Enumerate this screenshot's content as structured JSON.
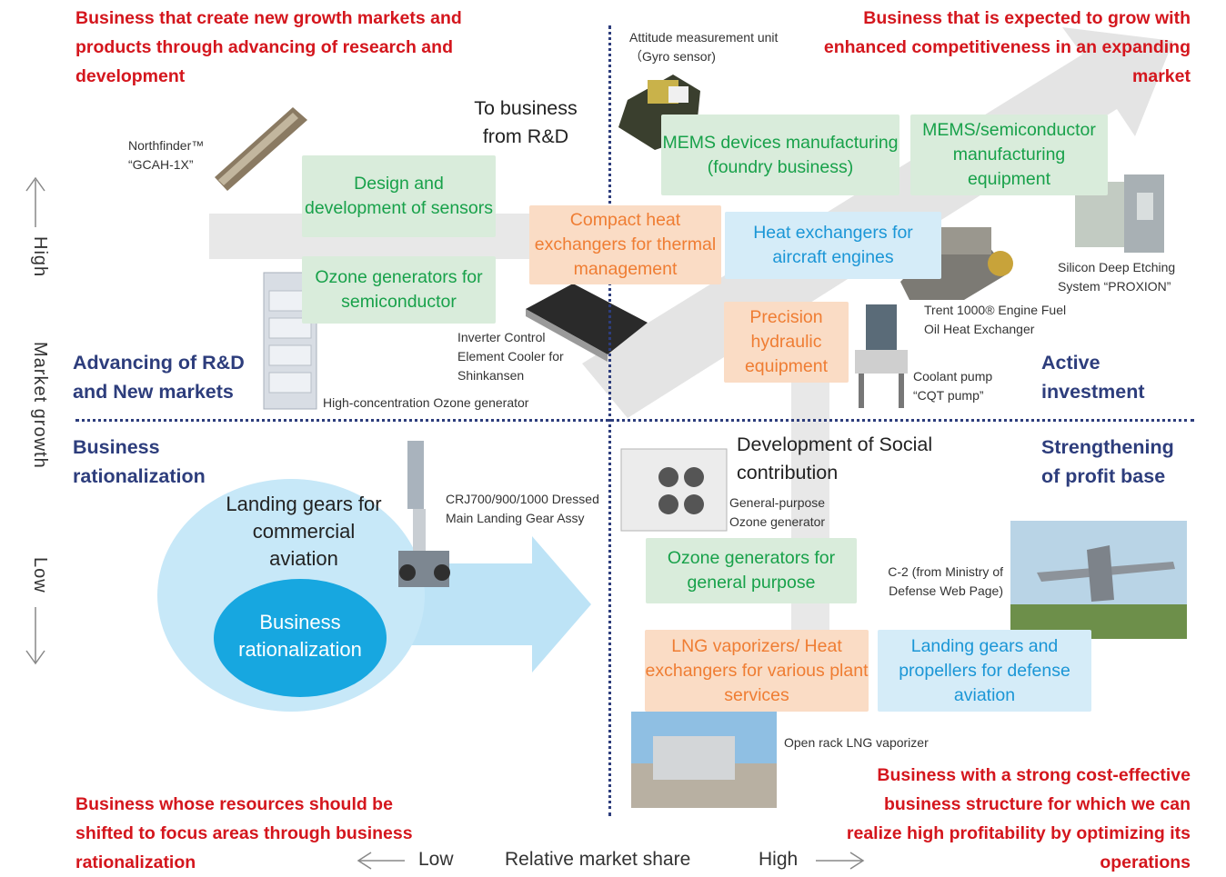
{
  "quadrant_titles": {
    "top_left": "Business that create new growth markets and products through advancing of research and development",
    "top_right": "Business that is expected to grow with enhanced competitiveness in an expanding market",
    "bottom_left": "Business whose resources should be shifted to focus areas through business rationalization",
    "bottom_right": "Business with a strong cost-effective business structure for which we can realize high profitability by optimizing its operations"
  },
  "quadrant_labels": {
    "top_left": "Advancing of R&D and New markets",
    "top_right": "Active investment",
    "bottom_left": "Business rationalization",
    "bottom_right": "Strengthening of profit base"
  },
  "axes": {
    "y_high": "High",
    "y_title": "Market growth",
    "y_low": "Low",
    "x_low": "Low",
    "x_title": "Relative market share",
    "x_high": "High"
  },
  "arrow_labels": {
    "rd": "To business from R&D",
    "social": "Development of Social contribution"
  },
  "business_boxes": {
    "design_sensors": "Design and development of sensors",
    "ozone_semi": "Ozone generators for semiconductor",
    "compact_heat": "Compact heat exchangers for thermal management",
    "mems_devices": "MEMS devices manufacturing (foundry business)",
    "mems_equipment": "MEMS/semiconductor manufacturing equipment",
    "heat_aircraft": "Heat exchangers for aircraft engines",
    "precision_hydraulic": "Precision hydraulic equipment",
    "ozone_general": "Ozone generators for general purpose",
    "lng": "LNG vaporizers/ Heat exchangers for various plant services",
    "landing_defense": "Landing gears and propellers for defense aviation",
    "landing_commercial": "Landing gears for commercial aviation",
    "rationalization_core": "Business rationalization"
  },
  "captions": {
    "northfinder": "Northfinder™ “GCAH-1X”",
    "gyro": "Attitude measurement unit （Gyro sensor)",
    "inverter": "Inverter Control Element Cooler for Shinkansen",
    "ozone_hc": "High-concentration Ozone generator",
    "proxion": "Silicon Deep Etching System “PROXION”",
    "trent": "Trent 1000® Engine Fuel Oil Heat Exchanger",
    "cqt": "Coolant pump “CQT pump”",
    "crj": "CRJ700/900/1000 Dressed Main Landing Gear Assy",
    "ozone_gp": "General-purpose Ozone generator",
    "c2": "C-2 (from Ministry of Defense Web Page)",
    "lng_rack": "Open rack LNG vaporizer"
  },
  "colors": {
    "red": "#d4161d",
    "navy": "#2d3d7c",
    "green_text": "#18a14a",
    "orange_text": "#ef7d33",
    "blue_text": "#1b96d6"
  }
}
